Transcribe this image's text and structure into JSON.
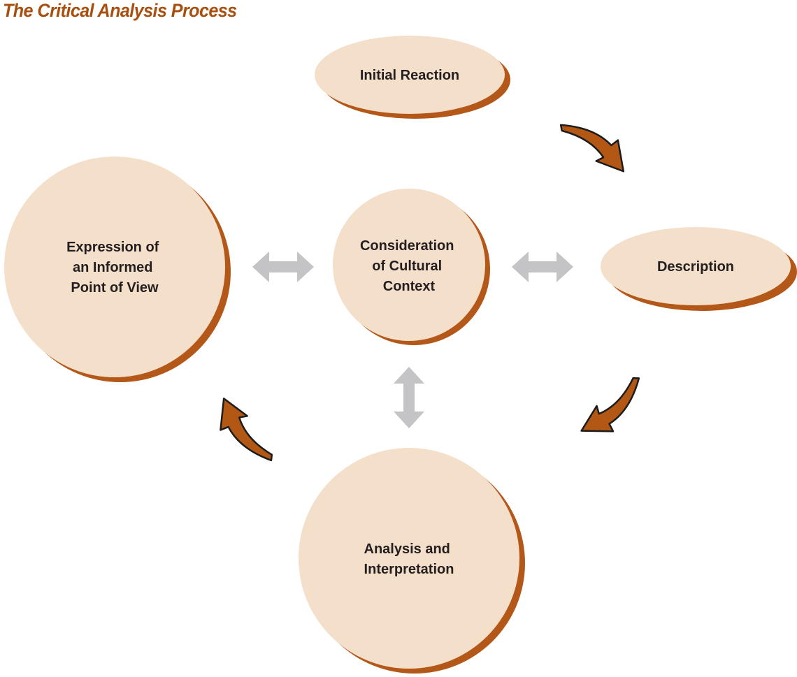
{
  "title": "The Critical Analysis Process",
  "colors": {
    "title": "#a84f10",
    "node_fill": "#f4dfcb",
    "node_shadow": "#b4581a",
    "curved_arrow_fill": "#b35714",
    "curved_arrow_outline": "#1c1c1c",
    "double_arrow": "#c4c4c6",
    "text": "#231f20"
  },
  "nodes": {
    "initial_reaction": {
      "lines": [
        "Initial Reaction"
      ]
    },
    "description": {
      "lines": [
        "Description"
      ]
    },
    "consideration": {
      "lines": [
        "Consideration",
        "of Cultural",
        "Context"
      ]
    },
    "expression": {
      "lines": [
        "Expression of",
        "an Informed",
        "Point of View"
      ]
    },
    "analysis": {
      "lines": [
        "Analysis and",
        "Interpretation"
      ]
    }
  },
  "icons": {
    "cycle_arrow": "curved-arrow-icon",
    "connector": "double-arrow-icon"
  }
}
